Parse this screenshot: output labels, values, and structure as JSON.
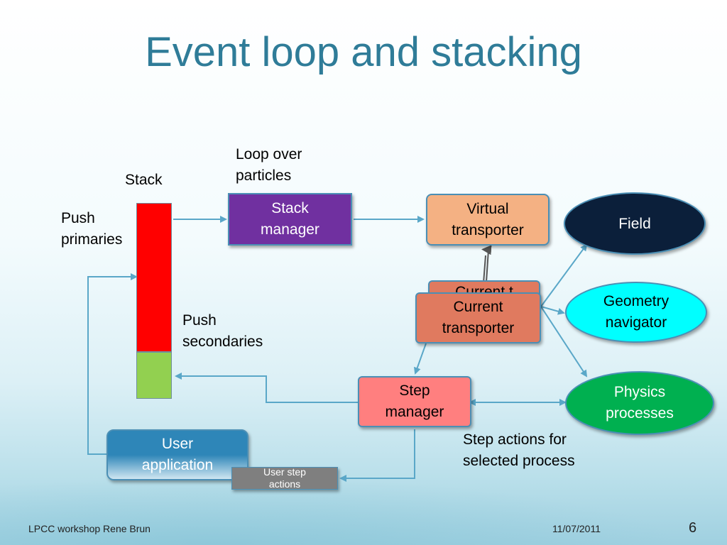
{
  "slide": {
    "title": "Event loop and stacking",
    "page_number": "6"
  },
  "footer": {
    "left": "LPCC workshop  Rene Brun",
    "date": "11/07/2011"
  },
  "labels": {
    "loop_over": "Loop over",
    "particles": "particles",
    "stack": "Stack",
    "push_primaries_1": "Push",
    "push_primaries_2": "primaries",
    "push_secondaries_1": "Push",
    "push_secondaries_2": "secondaries",
    "step_actions_1": "Step actions for",
    "step_actions_2": "selected process"
  },
  "boxes": {
    "stack_manager": [
      "Stack",
      "manager"
    ],
    "virtual_transporter": [
      "Virtual",
      "transporter"
    ],
    "field": "Field",
    "current_transporter_back": "Current t",
    "current_transporter": [
      "Current",
      "transporter"
    ],
    "geometry_navigator": [
      "Geometry",
      "navigator"
    ],
    "physics_processes": [
      "Physics",
      "processes"
    ],
    "step_manager": [
      "Step",
      "manager"
    ],
    "user_application": [
      "User",
      "application"
    ],
    "user_step_actions": [
      "User step",
      "actions"
    ]
  },
  "colors": {
    "title": "#2f7c98",
    "stack_primary": "#ff0000",
    "stack_secondary": "#92d050",
    "stack_manager": "#7030a0",
    "virtual_transporter": "#f4b183",
    "field": "#0b1f3a",
    "current_transporter": "#e07a5f",
    "geometry_navigator": "#00ffff",
    "physics_processes": "#00b050",
    "step_manager": "#ff7f7f",
    "user_application": "#2e86b8",
    "user_step_actions": "#7f7f7f",
    "arrow": "#5aa7c8"
  }
}
